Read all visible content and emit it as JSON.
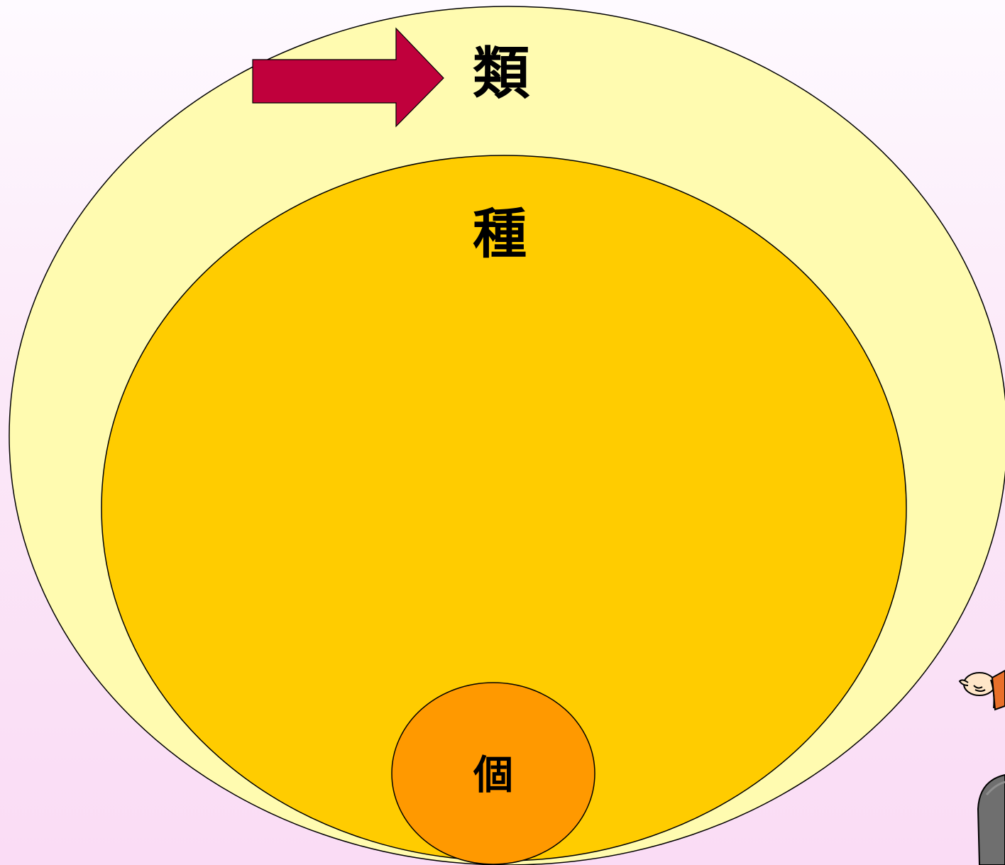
{
  "diagram": {
    "outer_label": "類",
    "middle_label": "種",
    "inner_label": "個"
  },
  "colors": {
    "outer_fill": "#fffbb0",
    "middle_fill": "#ffcc00",
    "inner_fill": "#ff9900",
    "arrow_fill": "#c0003c",
    "stroke": "#000000"
  },
  "icons": {
    "arrow": "right-arrow-icon",
    "character": "pointing-character-figure"
  }
}
